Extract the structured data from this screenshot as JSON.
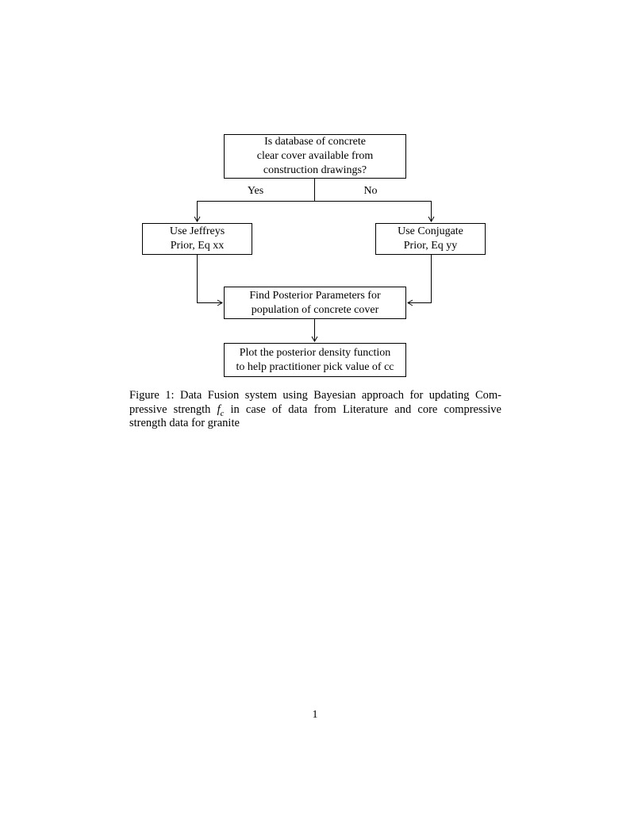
{
  "colors": {
    "background": "#ffffff",
    "line": "#000000",
    "text": "#000000"
  },
  "page": {
    "number": "1"
  },
  "flowchart": {
    "top_box": {
      "lines": [
        "Is database of concrete",
        "clear cover available from",
        "construction drawings?"
      ]
    },
    "branch_labels": {
      "yes": "Yes",
      "no": "No"
    },
    "left_box": {
      "lines": [
        "Use Jeffreys",
        "Prior, Eq xx"
      ]
    },
    "right_box": {
      "lines": [
        "Use Conjugate",
        "Prior, Eq yy"
      ]
    },
    "center_box": {
      "lines": [
        "Find Posterior Parameters for",
        "population of concrete cover"
      ]
    },
    "bottom_box": {
      "lines": [
        "Plot the posterior density function",
        "to help practitioner pick value of cc"
      ]
    }
  },
  "caption": {
    "line1": "Figure 1: Data Fusion system using Bayesian approach for updating Com-",
    "line2_pre": "pressive strength ",
    "math_f": "f",
    "math_sub": "c",
    "line2_post": " in case of data from Literature and core compressive",
    "line3": "strength data for granite"
  }
}
